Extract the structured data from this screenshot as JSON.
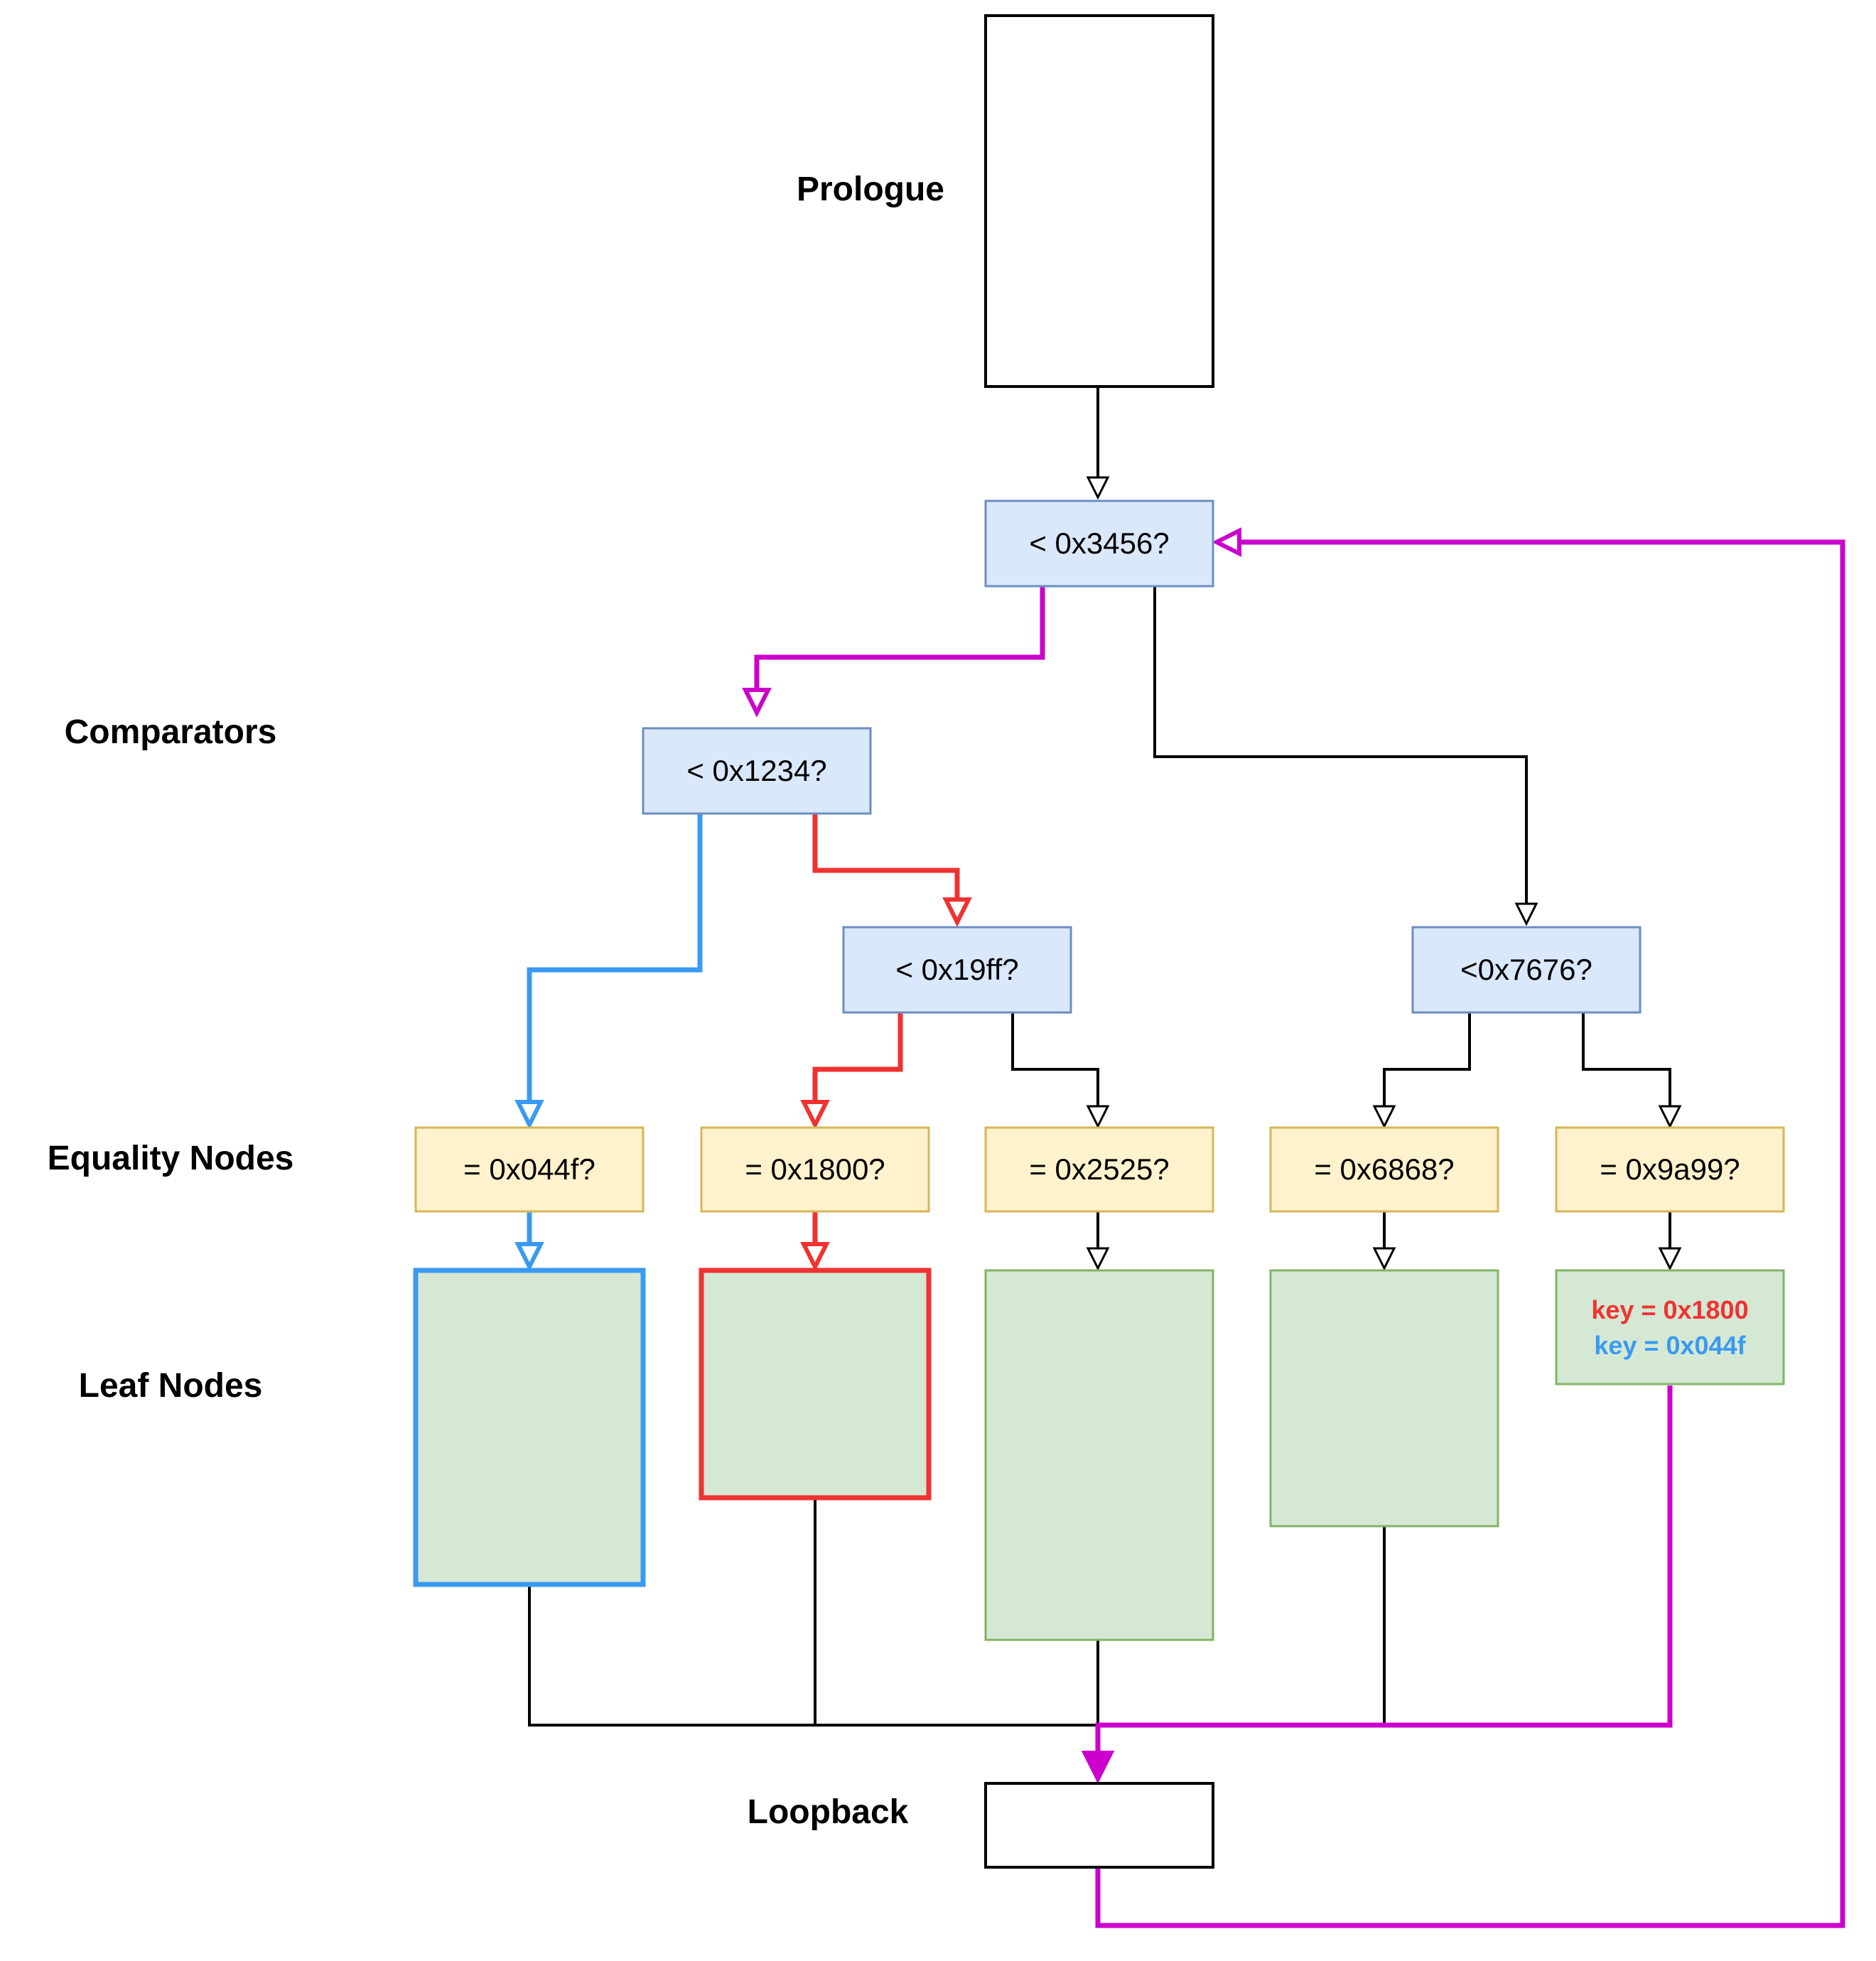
{
  "labels": {
    "prologue": "Prologue",
    "comparators": "Comparators",
    "equality": "Equality Nodes",
    "leaf": "Leaf Nodes",
    "loopback": "Loopback"
  },
  "comparators": {
    "root": "< 0x3456?",
    "left": "< 0x1234?",
    "mid": "< 0x19ff?",
    "right": "<0x7676?"
  },
  "equality": {
    "e1": "= 0x044f?",
    "e2": "= 0x1800?",
    "e3": "= 0x2525?",
    "e4": "= 0x6868?",
    "e5": "= 0x9a99?"
  },
  "leaf": {
    "key_red": "key = 0x1800",
    "key_blue": "key = 0x044f"
  },
  "colors": {
    "magenta": "#cc00cc",
    "red": "#f03232",
    "blue": "#3a9af2",
    "comparator_fill": "#dae8fc",
    "comparator_stroke": "#6c8ebf",
    "equality_fill": "#fff2cc",
    "equality_stroke": "#d6b656",
    "leaf_fill": "#d5e8d4",
    "leaf_stroke": "#82b366"
  }
}
